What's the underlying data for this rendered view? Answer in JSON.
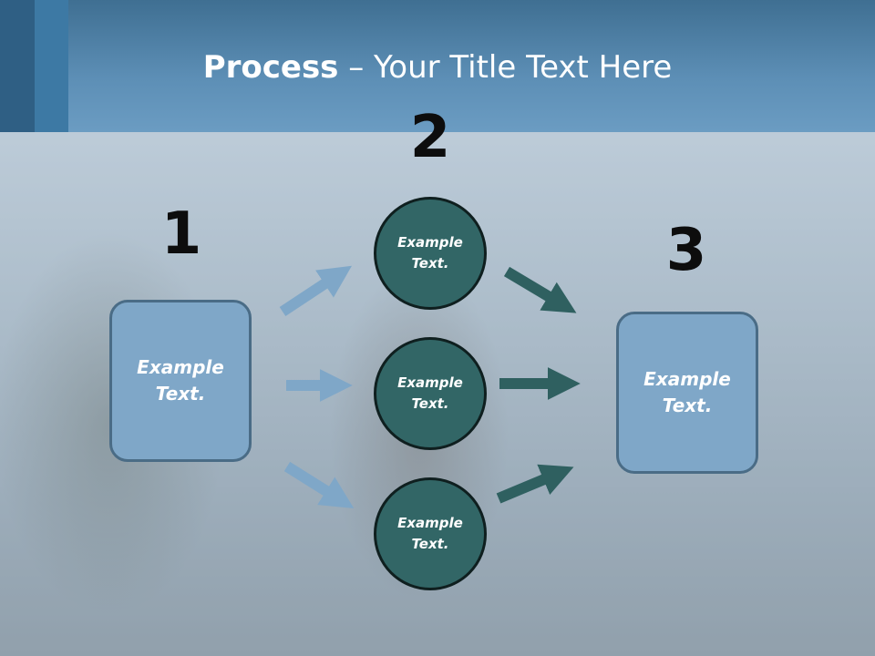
{
  "header": {
    "title_bold": "Process",
    "title_rest": " – Your Title Text Here"
  },
  "steps": [
    {
      "number": "1",
      "text_line1": "Example",
      "text_line2": "Text."
    },
    {
      "number": "2"
    },
    {
      "number": "3",
      "text_line1": "Example",
      "text_line2": "Text."
    }
  ],
  "circles": [
    {
      "line1": "Example",
      "line2": "Text."
    },
    {
      "line1": "Example",
      "line2": "Text."
    },
    {
      "line1": "Example",
      "line2": "Text."
    }
  ],
  "colors": {
    "header": "#5d8fb6",
    "box_fill": "#7fa7c8",
    "circle_fill": "#326666",
    "arrow_light": "#7fa7c8",
    "arrow_dark": "#2f6060"
  }
}
